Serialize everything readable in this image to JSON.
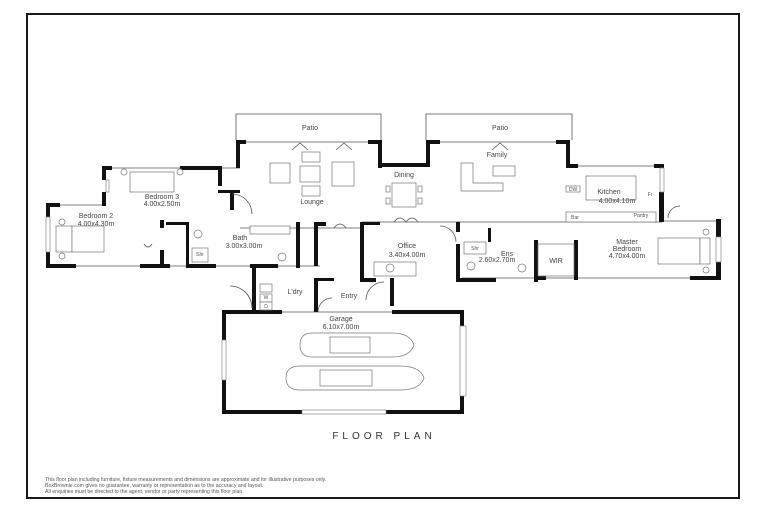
{
  "plan": {
    "title": "FLOOR PLAN",
    "rooms": [
      {
        "id": "patio-left",
        "name": "Patio",
        "dims": ""
      },
      {
        "id": "patio-right",
        "name": "Patio",
        "dims": ""
      },
      {
        "id": "lounge",
        "name": "Lounge",
        "dims": ""
      },
      {
        "id": "dining",
        "name": "Dining",
        "dims": ""
      },
      {
        "id": "family",
        "name": "Family",
        "dims": ""
      },
      {
        "id": "kitchen",
        "name": "Kitchen",
        "dims": "4.00x4.10m"
      },
      {
        "id": "bedroom-3",
        "name": "Bedroom 3",
        "dims": "4.00x2.50m"
      },
      {
        "id": "bedroom-2",
        "name": "Bedroom 2",
        "dims": "4.00x4.30m"
      },
      {
        "id": "bath",
        "name": "Bath",
        "dims": "3.00x3.00m"
      },
      {
        "id": "office",
        "name": "Office",
        "dims": "3.40x4.00m"
      },
      {
        "id": "ens",
        "name": "Ens",
        "dims": "2.60x2.70m"
      },
      {
        "id": "wir",
        "name": "WIR",
        "dims": ""
      },
      {
        "id": "master-bedroom",
        "name": "Master Bedroom",
        "line1": "Master",
        "line2": "Bedroom",
        "dims": "4.70x4.00m"
      },
      {
        "id": "laundry",
        "name": "L'dry",
        "dims": ""
      },
      {
        "id": "entry",
        "name": "Entry",
        "dims": ""
      },
      {
        "id": "garage",
        "name": "Garage",
        "dims": "6.10x7.00m"
      }
    ],
    "fixtures": {
      "shower_bath": "Shr",
      "shower_ens": "Shr",
      "dishwasher": "DW",
      "bar": "Bar",
      "pantry": "Pantry",
      "fridge": "Fr",
      "washer": "W",
      "dryer": "D"
    }
  },
  "disclaimer": {
    "line1": "This floor plan including furniture, fixture measurements and dimensions are approximate and for illustrative purposes only.",
    "line2": "BoxBrownie.com gives no guarantee, warranty or representation as to the accuracy and layout.",
    "line3": "All enquiries must be directed to the agent, vendor or party representing this floor plan."
  }
}
